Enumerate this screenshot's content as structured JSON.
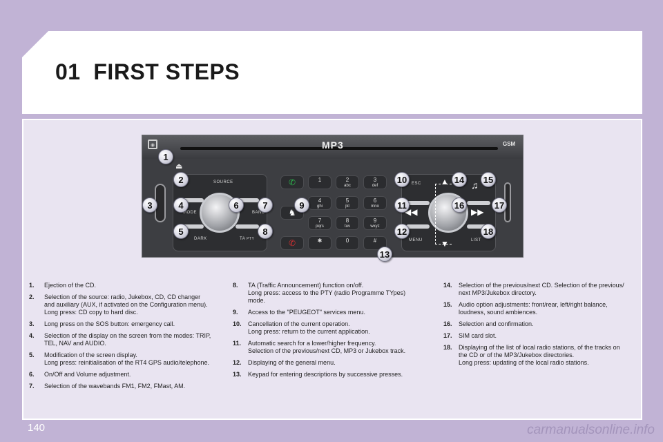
{
  "header": {
    "section_number": "01",
    "title": "FIRST STEPS"
  },
  "radio": {
    "logo": "MP3",
    "gsm_label": "GSM",
    "labels": {
      "source": "SOURCE",
      "mode": "MODE",
      "band": "BAND",
      "dark": "DARK",
      "ta": "TA",
      "pty": "PTY",
      "esc": "ESC",
      "menu": "MENU",
      "list": "LIST"
    },
    "keypad": [
      {
        "digit": "1",
        "letters": ""
      },
      {
        "digit": "2",
        "letters": "abc"
      },
      {
        "digit": "3",
        "letters": "def"
      },
      {
        "digit": "4",
        "letters": "ghi"
      },
      {
        "digit": "5",
        "letters": "jkl"
      },
      {
        "digit": "6",
        "letters": "mno"
      },
      {
        "digit": "7",
        "letters": "pqrs"
      },
      {
        "digit": "8",
        "letters": "tuv"
      },
      {
        "digit": "9",
        "letters": "wxyz"
      },
      {
        "digit": "✱",
        "letters": ""
      },
      {
        "digit": "0",
        "letters": ""
      },
      {
        "digit": "#",
        "letters": ""
      }
    ]
  },
  "callouts": [
    "1",
    "2",
    "3",
    "4",
    "5",
    "6",
    "7",
    "8",
    "9",
    "10",
    "11",
    "12",
    "13",
    "14",
    "15",
    "16",
    "17",
    "18"
  ],
  "descriptions": [
    {
      "num": "1.",
      "lines": [
        "Ejection of the CD."
      ]
    },
    {
      "num": "2.",
      "lines": [
        "Selection of the source: radio, Jukebox, CD, CD changer",
        "and auxiliary (AUX, if activated on the Configuration menu).",
        "Long press: CD copy to hard disc."
      ]
    },
    {
      "num": "3.",
      "lines": [
        "Long press on the SOS button: emergency call."
      ]
    },
    {
      "num": "4.",
      "lines": [
        "Selection of the display on the screen from the modes: TRIP,",
        "TEL, NAV and AUDIO."
      ]
    },
    {
      "num": "5.",
      "lines": [
        "Modification of the screen display.",
        "Long press: reinitialisation of the RT4 GPS audio/telephone."
      ]
    },
    {
      "num": "6.",
      "lines": [
        "On/Off and Volume adjustment."
      ]
    },
    {
      "num": "7.",
      "lines": [
        "Selection of the wavebands FM1, FM2, FMast, AM."
      ]
    },
    {
      "num": "8.",
      "lines": [
        "TA (Traffic Announcement) function on/off.",
        "Long press: access to the PTY (radio Programme TYpes)",
        "mode."
      ]
    },
    {
      "num": "9.",
      "lines": [
        "Access to the \"PEUGEOT\" services menu."
      ]
    },
    {
      "num": "10.",
      "lines": [
        "Cancellation of the current operation.",
        "Long press: return to the current application."
      ]
    },
    {
      "num": "11.",
      "lines": [
        "Automatic search for a lower/higher frequency.",
        " Selection of the previous/next CD, MP3 or Jukebox track."
      ]
    },
    {
      "num": "12.",
      "lines": [
        "Displaying of the general menu."
      ]
    },
    {
      "num": "13.",
      "lines": [
        "Keypad for entering descriptions by successive presses."
      ]
    },
    {
      "num": "14.",
      "lines": [
        "Selection of the previous/next CD. Selection of the previous/",
        "next MP3/Jukebox directory."
      ]
    },
    {
      "num": "15.",
      "lines": [
        "Audio option adjustments: front/rear, left/right balance,",
        "loudness, sound ambiences."
      ]
    },
    {
      "num": "16.",
      "lines": [
        "Selection and confirmation."
      ]
    },
    {
      "num": "17.",
      "lines": [
        "SIM card slot."
      ]
    },
    {
      "num": "18.",
      "lines": [
        "Displaying of the list of local radio stations, of the tracks on",
        "the CD or of the MP3/Jukebox directories.",
        "Long press: updating of the local radio stations."
      ]
    }
  ],
  "footer": {
    "page_number": "140",
    "watermark": "carmanualsonline.info"
  },
  "colors": {
    "background": "#c1b3d5",
    "panel": "#e9e4f1",
    "radio_body": "#3d3e42",
    "call_green": "#2db84d",
    "hangup_red": "#e03030"
  }
}
